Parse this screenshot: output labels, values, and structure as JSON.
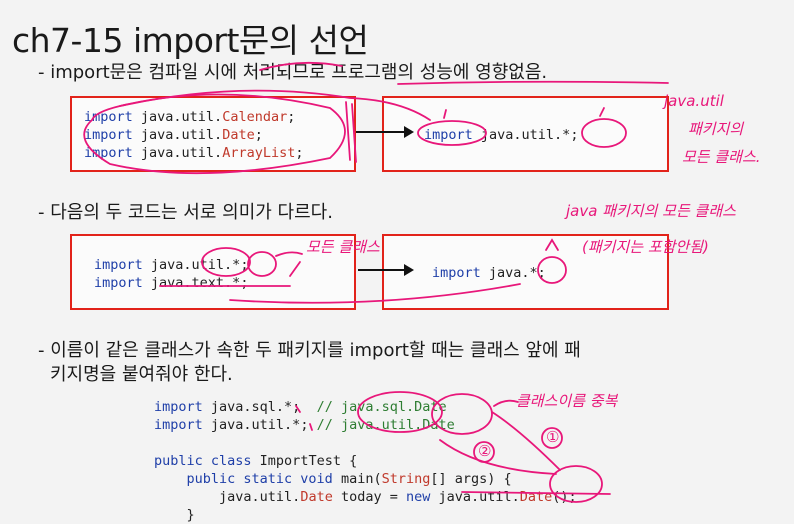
{
  "title": "ch7-15 import문의 선언",
  "bullets": [
    "- import문은 컴파일 시에 처리되므로 프로그램의 성능에 영향없음.",
    "- 다음의 두 코드는 서로 의미가 다르다.",
    "- 이름이 같은 클래스가 속한 두 패키지를 import할 때는 클래스 앞에 패",
    "키지명을 붙여줘야 한다."
  ],
  "box1": {
    "left_lines": [
      {
        "kw": "import",
        "pkg": " java.util.",
        "cls": "Calendar",
        "end": ";"
      },
      {
        "kw": "import",
        "pkg": " java.util.",
        "cls": "Date",
        "end": ";"
      },
      {
        "kw": "import",
        "pkg": " java.util.",
        "cls": "ArrayList",
        "end": ";"
      }
    ],
    "right_line": {
      "kw": "import",
      "rest": " java.util.*;"
    }
  },
  "box2": {
    "left_lines": [
      {
        "kw": "import",
        "rest": " java.util.*;"
      },
      {
        "kw": "import",
        "rest": " java.text.*;"
      }
    ],
    "right_line": {
      "kw": "import",
      "rest": " java.*;"
    }
  },
  "code3": {
    "l1": {
      "kw": "import",
      "a": " java.sql.*;",
      "c": "  // java.sql.Date"
    },
    "l2": {
      "kw": "import",
      "a": " java.util.*;",
      "c": " // java.util.Date"
    },
    "l3": {
      "kw1": "public class",
      "a": " ImportTest {"
    },
    "l4": {
      "kw1": "public static void",
      "a": " main(",
      "s": "String",
      "b": "[] args) {"
    },
    "l5": {
      "a": "java.util.",
      "d": "Date",
      "b": " today = ",
      "n": "new",
      "c": " java.util.",
      "d2": "Date",
      "e": "();"
    },
    "l6": "}"
  },
  "annotations": {
    "a1": "java.util",
    "a2": "패키지의",
    "a3": "모든 클래스.",
    "a4": "java 패키지의 모든 클래스",
    "a5": "(패키지는 포함안됨)",
    "a6": "모든 클래스",
    "a7": "클래스이름 중복",
    "n1": "①",
    "n2": "②"
  },
  "colors": {
    "box_border": "#e2231a",
    "ink": "#e8177a",
    "keyword": "#1f3fa8",
    "comment": "#2e7d32"
  }
}
